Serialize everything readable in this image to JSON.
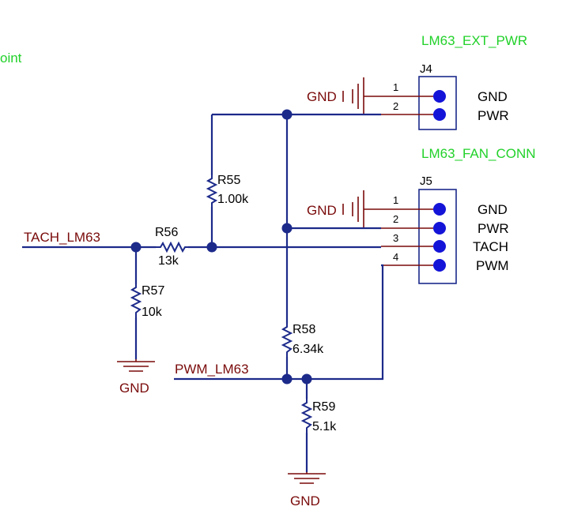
{
  "fragment_text": "oint",
  "connectors": {
    "j4": {
      "title": "LM63_EXT_PWR",
      "ref": "J4",
      "pins": [
        {
          "num": "1",
          "name": "GND"
        },
        {
          "num": "2",
          "name": "PWR"
        }
      ]
    },
    "j5": {
      "title": "LM63_FAN_CONN",
      "ref": "J5",
      "pins": [
        {
          "num": "1",
          "name": "GND"
        },
        {
          "num": "2",
          "name": "PWR"
        },
        {
          "num": "3",
          "name": "TACH"
        },
        {
          "num": "4",
          "name": "PWM"
        }
      ]
    }
  },
  "resistors": {
    "r55": {
      "ref": "R55",
      "value": "1.00k"
    },
    "r56": {
      "ref": "R56",
      "value": "13k"
    },
    "r57": {
      "ref": "R57",
      "value": "10k"
    },
    "r58": {
      "ref": "R58",
      "value": "6.34k"
    },
    "r59": {
      "ref": "R59",
      "value": "5.1k"
    }
  },
  "nets": {
    "tach": "TACH_LM63",
    "pwm": "PWM_LM63",
    "gnd": "GND"
  },
  "colors": {
    "wire": "#1c2a8a",
    "net_label": "#7a0a0a",
    "connector_title": "#22d12a",
    "pad": "#1414d8"
  }
}
